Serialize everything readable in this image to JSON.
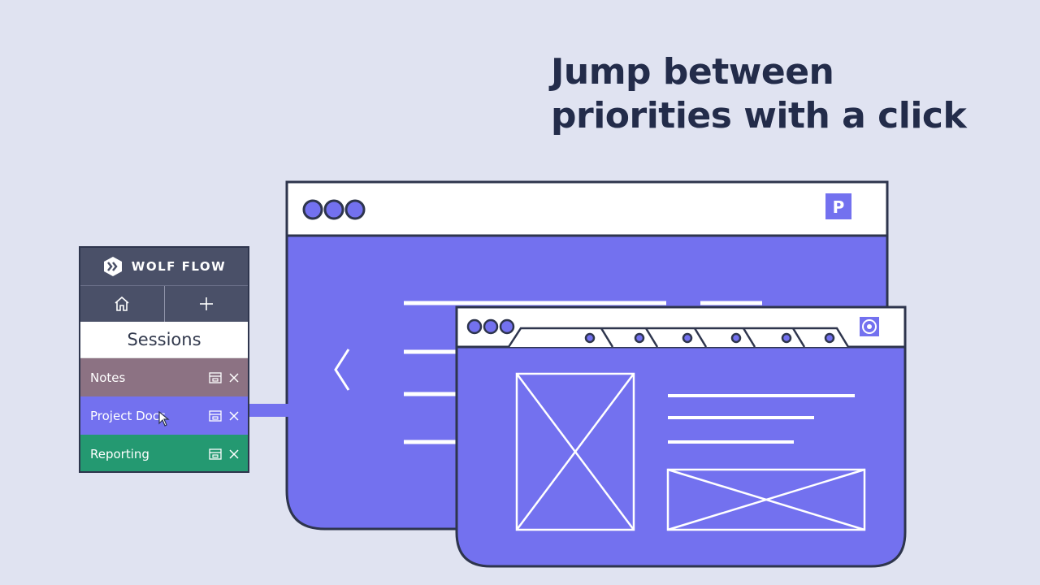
{
  "headline": {
    "line1": "Jump between",
    "line2": "priorities with a click"
  },
  "panel": {
    "brand": "WOLF FLOW",
    "nav": [
      {
        "icon": "home-icon"
      },
      {
        "icon": "plus-icon"
      }
    ],
    "sessions_title": "Sessions",
    "sessions": [
      {
        "label": "Notes",
        "color": "#8c7283"
      },
      {
        "label": "Project Docs",
        "color": "#7371ef"
      },
      {
        "label": "Reporting",
        "color": "#249971"
      }
    ]
  },
  "back_window": {
    "badge": "P",
    "icons": [
      "window-dots-icon",
      "chevron-left-icon"
    ]
  },
  "front_window": {
    "icons": [
      "window-dots-icon",
      "chrome-icon",
      "image-placeholder-icon"
    ]
  },
  "colors": {
    "background": "#e0e3f1",
    "accent": "#7371ef",
    "outline": "#2e354d",
    "headline": "#232c4a"
  }
}
